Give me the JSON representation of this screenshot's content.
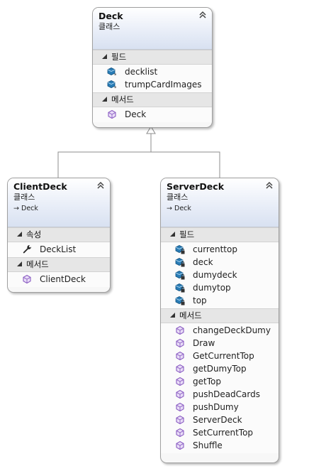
{
  "colors": {
    "border": "#a0a0a0",
    "header_gradient_end": "#d8e1f1",
    "section_bg": "#e6e6e6",
    "field_icon": "#2a7db6",
    "method_icon": "#8a5cc2",
    "property_icon": "#222222"
  },
  "deck": {
    "name": "Deck",
    "stereotype": "클래스",
    "fields_label": "필드",
    "fields": [
      {
        "label": "decklist",
        "icon": "field-static-icon"
      },
      {
        "label": "trumpCardImages",
        "icon": "field-static-icon"
      }
    ],
    "methods_label": "메서드",
    "methods": [
      {
        "label": "Deck",
        "icon": "method-icon"
      }
    ]
  },
  "client_deck": {
    "name": "ClientDeck",
    "stereotype": "클래스",
    "inherits": "Deck",
    "properties_label": "속성",
    "properties": [
      {
        "label": "DeckList",
        "icon": "wrench-icon"
      }
    ],
    "methods_label": "메서드",
    "methods": [
      {
        "label": "ClientDeck",
        "icon": "method-icon"
      }
    ]
  },
  "server_deck": {
    "name": "ServerDeck",
    "stereotype": "클래스",
    "inherits": "Deck",
    "fields_label": "필드",
    "fields": [
      {
        "label": "currenttop",
        "icon": "field-private-icon"
      },
      {
        "label": "deck",
        "icon": "field-private-icon"
      },
      {
        "label": "dumydeck",
        "icon": "field-private-icon"
      },
      {
        "label": "dumytop",
        "icon": "field-private-icon"
      },
      {
        "label": "top",
        "icon": "field-private-icon"
      }
    ],
    "methods_label": "메서드",
    "methods": [
      {
        "label": "changeDeckDumy",
        "icon": "method-icon"
      },
      {
        "label": "Draw",
        "icon": "method-icon"
      },
      {
        "label": "GetCurrentTop",
        "icon": "method-icon"
      },
      {
        "label": "getDumyTop",
        "icon": "method-icon"
      },
      {
        "label": "getTop",
        "icon": "method-icon"
      },
      {
        "label": "pushDeadCards",
        "icon": "method-icon"
      },
      {
        "label": "pushDumy",
        "icon": "method-icon"
      },
      {
        "label": "ServerDeck",
        "icon": "method-icon"
      },
      {
        "label": "SetCurrentTop",
        "icon": "method-icon"
      },
      {
        "label": "Shuffle",
        "icon": "method-icon"
      }
    ]
  }
}
